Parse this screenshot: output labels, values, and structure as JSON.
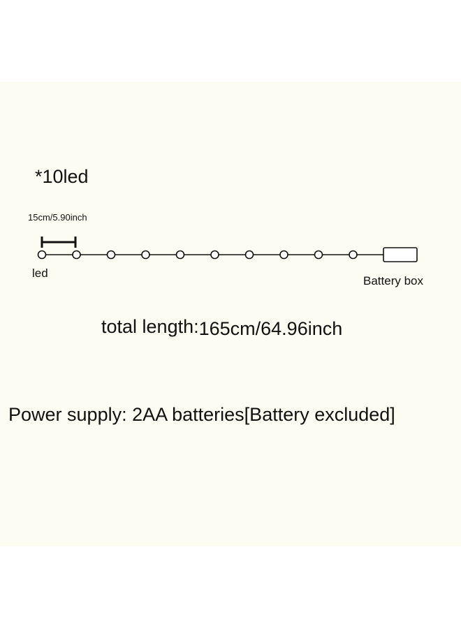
{
  "diagram": {
    "led_count_label": "*10led",
    "spacing_label": "15cm/5.90inch",
    "led_label": "led",
    "battery_box_label": "Battery box",
    "total_length_label": "total length:",
    "total_length_value": "165cm/64.96inch",
    "power_supply_text": "Power supply: 2AA batteries[Battery excluded]",
    "led_count": 10
  },
  "colors": {
    "background": "#fdfcf3",
    "outer_background": "#ffffff",
    "line": "#111111",
    "led_fill": "#ffffff"
  }
}
